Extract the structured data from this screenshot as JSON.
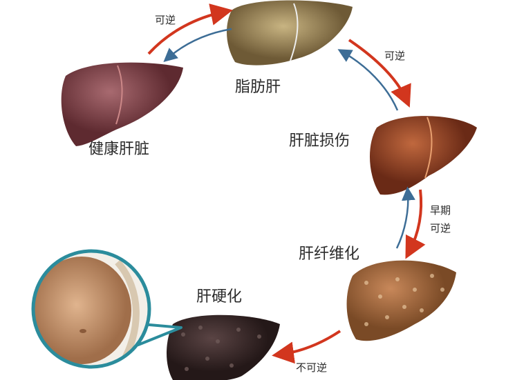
{
  "stages": {
    "healthy": "健康肝脏",
    "fatty": "脂肪肝",
    "damage": "肝脏损伤",
    "fibrosis": "肝纤维化",
    "cirrhosis": "肝硬化"
  },
  "transitions": {
    "healthy_fatty": "可逆",
    "fatty_damage": "可逆",
    "damage_fibrosis_line1": "早期",
    "damage_fibrosis_line2": "可逆",
    "fibrosis_cirrhosis": "不可逆"
  },
  "colors": {
    "forward_arrow": "#d2361e",
    "reverse_arrow": "#3d6d96",
    "bubble_border": "#2b8c9c"
  }
}
